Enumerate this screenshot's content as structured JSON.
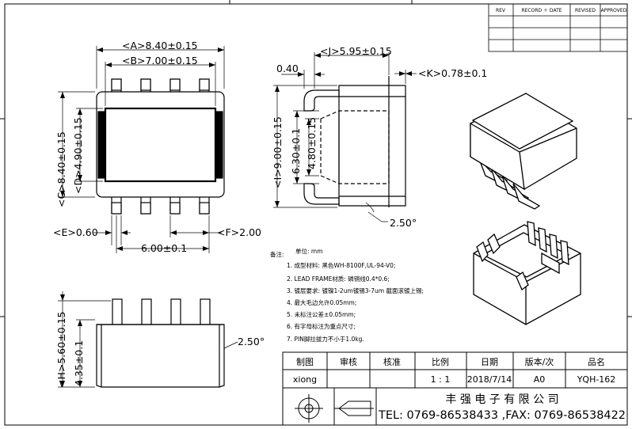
{
  "revision_table": {
    "headers": [
      "REV",
      "RECORD ＋ DATE",
      "REVISED",
      "APPROVED"
    ]
  },
  "dimensions": {
    "A": "<A>8.40±0.15",
    "B": "<B>7.00±0.15",
    "C": "<C>8.40±0.15",
    "D": "<D>4.90±0.15",
    "E": "<E>0.60",
    "F": "<F>2.00",
    "pitch": "6.00±0.1",
    "J": "<J>5.95±0.15",
    "K": "<K>0.78±0.1",
    "wall": "0.40",
    "I": "<I>9.00±0.15",
    "inner_1": "6.30±0.1",
    "inner_2": "4.80±0.15",
    "angle_side": "2.50°",
    "H": "<H>5.60±0.15",
    "inner_3": "4.35±0.1",
    "angle_front": "2.50°"
  },
  "notes": {
    "heading": "备注:",
    "unit": "单位: mm",
    "items": [
      "1. 成型材料: 黑色WH-8100F,UL-94-V0;",
      "2. LEAD  FRAME材质: 磷铜线0.4*0.6;",
      "3. 镀层要求: 镀镍1-2um镀锡3-7um 截面滚镀上锡;",
      "4. 最大毛边允许0.05mm;",
      "5. 未标注公差±0.05mm;",
      "6. 有字母标注为重点尺寸;",
      "7. PIN脚拉拔力不小于1.0kg."
    ]
  },
  "title_block": {
    "headers": [
      "制图",
      "审核",
      "核准",
      "比例",
      "日期",
      "版本/次",
      "品名"
    ],
    "values": [
      "xiong",
      "",
      "",
      "1 : 1",
      "2018/7/14",
      "A0",
      "YQH-162"
    ],
    "company": "丰 强 电 子 有 限 公 司",
    "contact": "TEL: 0769-86538433 ,FAX: 0769-86538422"
  }
}
